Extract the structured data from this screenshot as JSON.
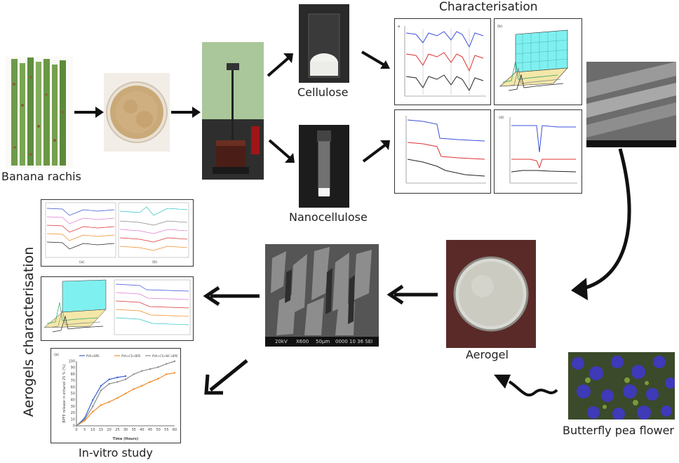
{
  "labels": {
    "banana_rachis": "Banana rachis",
    "cellulose": "Cellulose",
    "nanocellulose": "Nanocellulose",
    "characterisation": "Characterisation",
    "aerogel": "Aerogel",
    "butterfly_pea": "Butterfly pea flower",
    "aerogels_characterisation": "Aerogels characterisation",
    "in_vitro": "In-vitro study"
  },
  "panels": {
    "a": "a",
    "b": "(b)",
    "d": "(d)",
    "e": "(e)"
  },
  "sem": {
    "kv": "20kV",
    "mag": "X600",
    "scale": "50µm",
    "wd": "0000",
    "detector": "10 36 SEI"
  },
  "invitro_chart": {
    "ylabel": "BPFE release in ethanol 25 % (%)",
    "xlabel": "Time (Hours)",
    "legend": [
      "PVA+BPE",
      "PVA+CS+BPE",
      "PVA+CS+NC+BPE"
    ]
  },
  "chart_data": {
    "type": "line",
    "xlabel": "Time (Hours)",
    "ylabel": "BPFE release in ethanol 25 % (%)",
    "x": [
      0,
      5,
      10,
      15,
      20,
      25,
      30,
      35,
      40,
      45,
      50,
      55,
      60
    ],
    "xlim": [
      0,
      60
    ],
    "ylim": [
      0,
      100
    ],
    "series": [
      {
        "name": "PVA+BPE",
        "color": "#3a5fcd",
        "x": [
          0,
          5,
          10,
          15,
          20,
          25,
          30
        ],
        "values": [
          0,
          12,
          40,
          62,
          72,
          75,
          77
        ]
      },
      {
        "name": "PVA+CS+BPE",
        "color": "#f08a24",
        "x": [
          0,
          5,
          10,
          15,
          20,
          25,
          30,
          35,
          40,
          45,
          50,
          55,
          60
        ],
        "values": [
          0,
          8,
          22,
          32,
          37,
          43,
          50,
          57,
          62,
          68,
          73,
          80,
          82
        ]
      },
      {
        "name": "PVA+CS+NC+BPE",
        "color": "#8c8c8c",
        "x": [
          0,
          5,
          10,
          15,
          20,
          25,
          30,
          35,
          40,
          45,
          50,
          55,
          60
        ],
        "values": [
          0,
          10,
          30,
          55,
          65,
          68,
          72,
          80,
          85,
          88,
          91,
          96,
          100
        ]
      }
    ]
  }
}
